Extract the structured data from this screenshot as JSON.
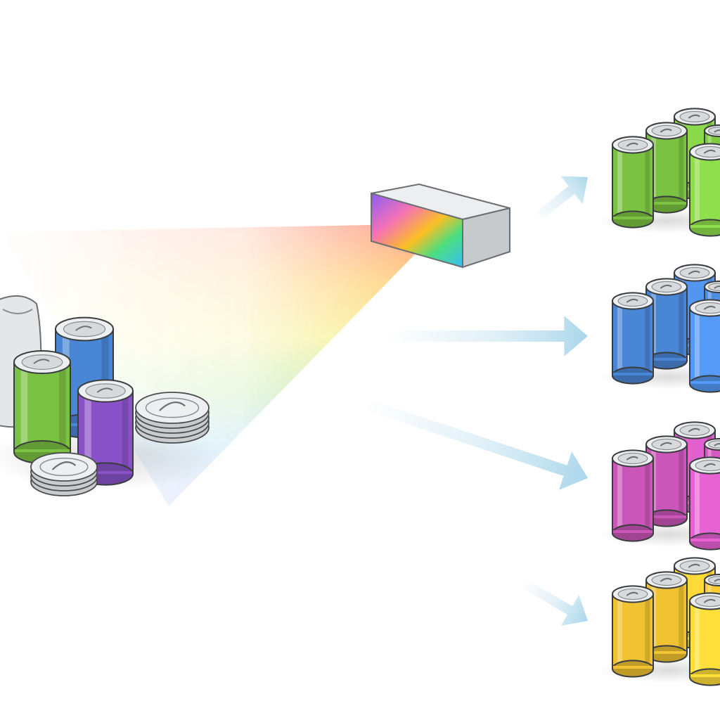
{
  "diagram": {
    "description_text": "",
    "colors": {
      "background": "#ffffff",
      "green": "#7cc242",
      "blue": "#4a86d6",
      "purple": "#8a52c8",
      "magenta": "#c956b8",
      "yellow": "#f1c232",
      "silver": "#d4d6d8",
      "arrow": "#bfe0ee"
    },
    "source_pile": {
      "items": [
        {
          "kind": "sack",
          "color": "silver"
        },
        {
          "kind": "can",
          "color": "blue"
        },
        {
          "kind": "can",
          "color": "green"
        },
        {
          "kind": "can",
          "color": "purple"
        },
        {
          "kind": "coin-stack",
          "color": "silver"
        },
        {
          "kind": "coin-stack",
          "color": "silver"
        }
      ]
    },
    "prism": {
      "icon": "prism-box-icon"
    },
    "beam": {
      "icon": "rainbow-beam"
    },
    "output_groups": [
      {
        "color": "green",
        "arrow": "arrow-icon"
      },
      {
        "color": "blue",
        "arrow": "arrow-icon"
      },
      {
        "color": "magenta",
        "arrow": "arrow-icon"
      },
      {
        "color": "yellow",
        "arrow": "arrow-icon"
      }
    ]
  }
}
